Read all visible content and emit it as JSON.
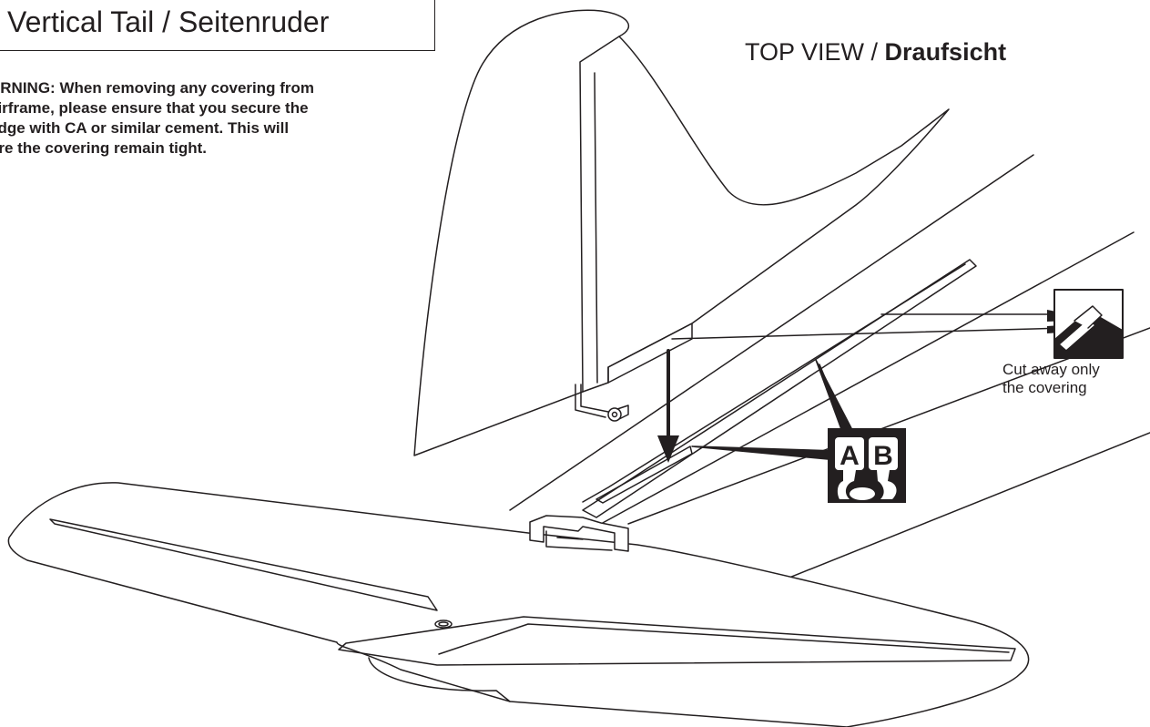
{
  "header": {
    "title": "Vertical Tail / Seitenruder"
  },
  "warning": {
    "text": "ARNING: When removing any covering from\nairframe, please ensure that you secure the\nedge with CA or similar cement. This will\nure the covering remain tight."
  },
  "view_label": {
    "prefix": "TOP VIEW / ",
    "emphasis": "Draufsicht"
  },
  "callouts": {
    "cut_note": "Cut away only\nthe covering",
    "adhesive_a": "A",
    "adhesive_b": "B"
  },
  "colors": {
    "line": "#231f20",
    "background": "#ffffff"
  }
}
